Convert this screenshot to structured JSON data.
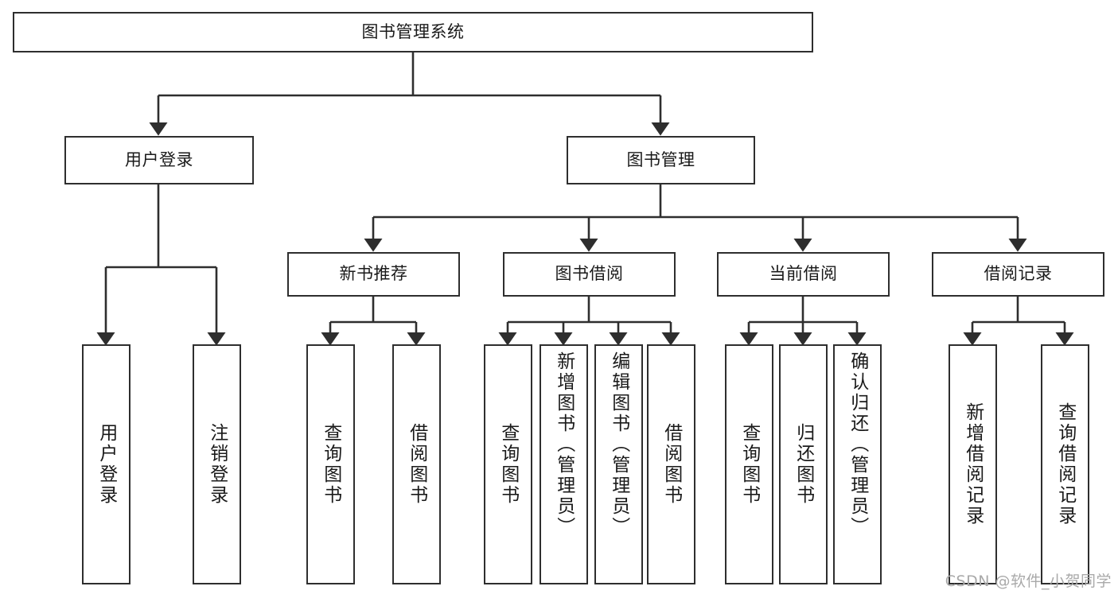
{
  "diagram": {
    "title_box": {
      "label": "图书管理系统"
    },
    "level2": [
      {
        "id": "user-login",
        "label": "用户登录"
      },
      {
        "id": "book-management",
        "label": "图书管理"
      }
    ],
    "level3": [
      {
        "id": "new-book-recommend",
        "label": "新书推荐"
      },
      {
        "id": "book-borrow",
        "label": "图书借阅"
      },
      {
        "id": "current-borrow",
        "label": "当前借阅"
      },
      {
        "id": "borrow-record",
        "label": "借阅记录"
      }
    ],
    "leaves": [
      {
        "id": "leaf-user-login",
        "label": "用户登录",
        "align": "center"
      },
      {
        "id": "leaf-logout-login",
        "label": "注销登录",
        "align": "center"
      },
      {
        "id": "leaf-query-book-1",
        "label": "查询图书",
        "align": "center"
      },
      {
        "id": "leaf-borrow-book-1",
        "label": "借阅图书",
        "align": "center"
      },
      {
        "id": "leaf-query-book-2",
        "label": "查询图书",
        "align": "center"
      },
      {
        "id": "leaf-add-book-admin",
        "label": "新增图书（管理员）",
        "align": "top"
      },
      {
        "id": "leaf-edit-book-admin",
        "label": "编辑图书（管理员）",
        "align": "top"
      },
      {
        "id": "leaf-borrow-book-2",
        "label": "借阅图书",
        "align": "center"
      },
      {
        "id": "leaf-query-book-3",
        "label": "查询图书",
        "align": "center"
      },
      {
        "id": "leaf-return-book",
        "label": "归还图书",
        "align": "center"
      },
      {
        "id": "leaf-confirm-return-admin",
        "label": "确认归还（管理员）",
        "align": "top"
      },
      {
        "id": "leaf-add-borrow-record",
        "label": "新增借阅记录",
        "align": "center"
      },
      {
        "id": "leaf-query-borrow-record",
        "label": "查询借阅记录",
        "align": "center"
      }
    ]
  },
  "watermark": {
    "text": "CSDN @软件_小贺同学"
  },
  "colors": {
    "stroke": "#2e2e2e",
    "box_fill": "#ffffff",
    "text": "#1a1a1a",
    "watermark": "#a9a9a9",
    "background": "#ffffff"
  }
}
